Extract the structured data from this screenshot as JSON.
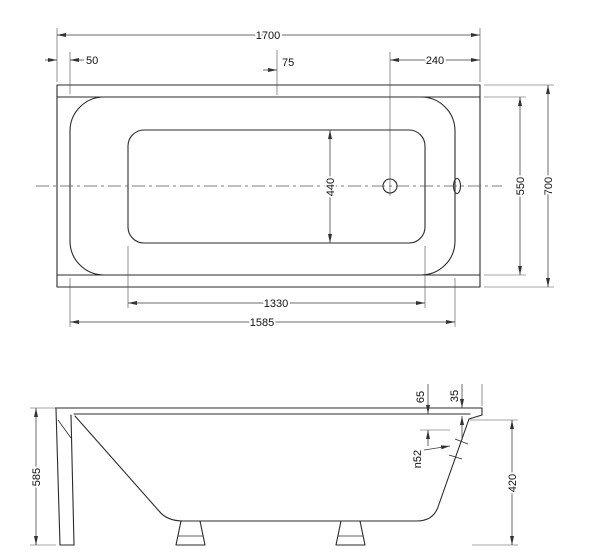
{
  "colors": {
    "line": "#2b2b2b",
    "background": "#ffffff"
  },
  "top_view": {
    "length_total": "1700",
    "rim_left": "50",
    "offset_75": "75",
    "drain_offset": "240",
    "width_total": "700",
    "width_inner": "550",
    "width_bottom": "440",
    "length_bottom": "1330",
    "length_inner": "1585"
  },
  "side_view": {
    "height_total": "585",
    "dim_65": "65",
    "dim_35": "35",
    "drain_diameter": "n52",
    "height_body": "420"
  }
}
